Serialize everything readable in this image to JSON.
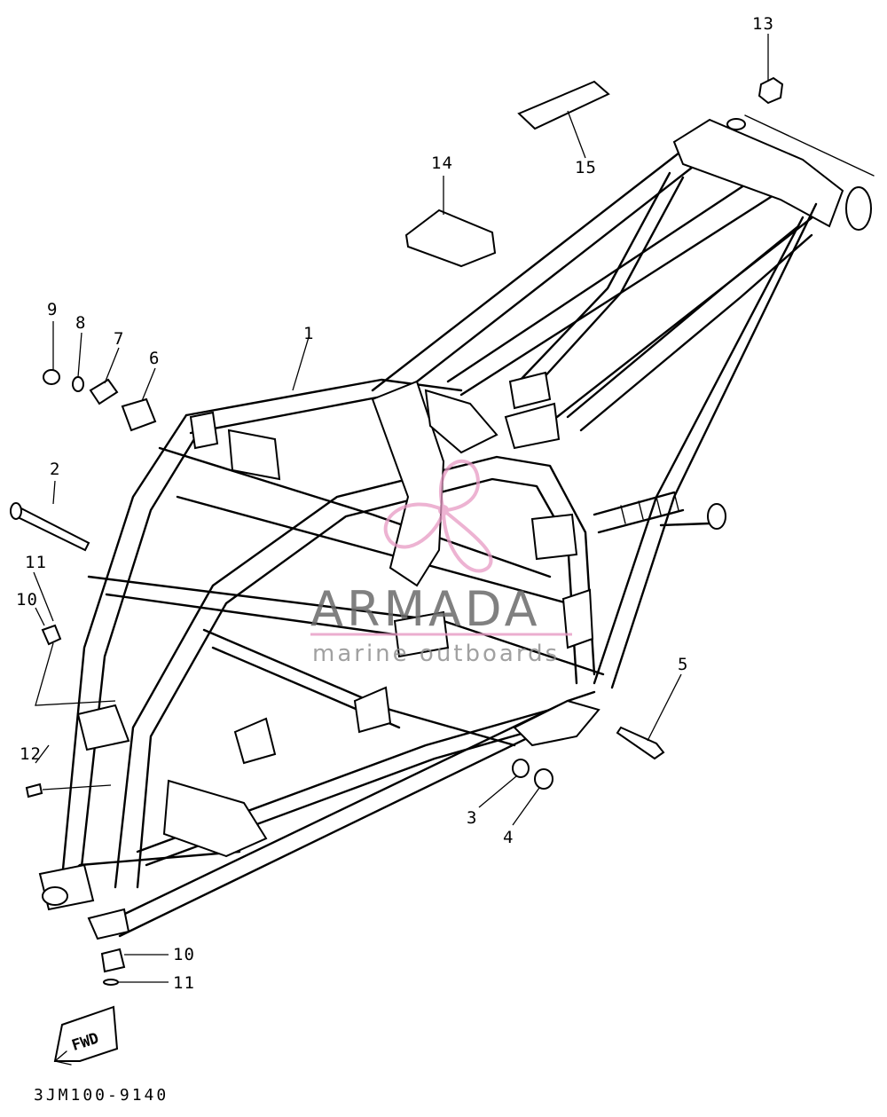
{
  "diagram": {
    "part_labels": {
      "p1": "1",
      "p2": "2",
      "p3": "3",
      "p4": "4",
      "p5": "5",
      "p6": "6",
      "p7": "7",
      "p8": "8",
      "p9": "9",
      "p10a": "10",
      "p10b": "10",
      "p11a": "11",
      "p11b": "11",
      "p12": "12",
      "p13": "13",
      "p14": "14",
      "p15": "15"
    },
    "fwd_label": "FWD",
    "drawing_code": "3JM100-9140"
  },
  "watermark": {
    "brand": "ARMADA",
    "tagline": "marine outboards",
    "logo_color": "#e79ac4",
    "line_color": "#e79ac4"
  }
}
